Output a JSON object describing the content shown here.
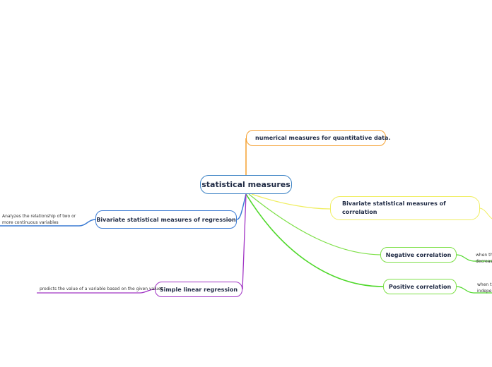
{
  "root": {
    "label": "statistical measures",
    "color": "#3b82c4"
  },
  "branches": {
    "numerical": {
      "label": "numerical measures for quantitative data.",
      "color": "#f5a030"
    },
    "bivariate_correlation": {
      "label": "Bivariate statistical measures of correlation",
      "color": "#f0ee60"
    },
    "negative_correlation": {
      "label": "Negative correlation",
      "note": "when th\ndecreas",
      "color": "#7ee048"
    },
    "positive_correlation": {
      "label": "Positive correlation",
      "note": "when th\nindepen",
      "color": "#7ee048"
    },
    "bivariate_regression": {
      "label": "Bivariate statistical measures of regression",
      "note": "Analyzes the relationship of two or more continuous variables",
      "color": "#3b7bd4"
    },
    "simple_linear_regression": {
      "label": "Simple linear regression",
      "note": "predicts the value of a variable based on the given values",
      "color": "#a033c4"
    }
  }
}
